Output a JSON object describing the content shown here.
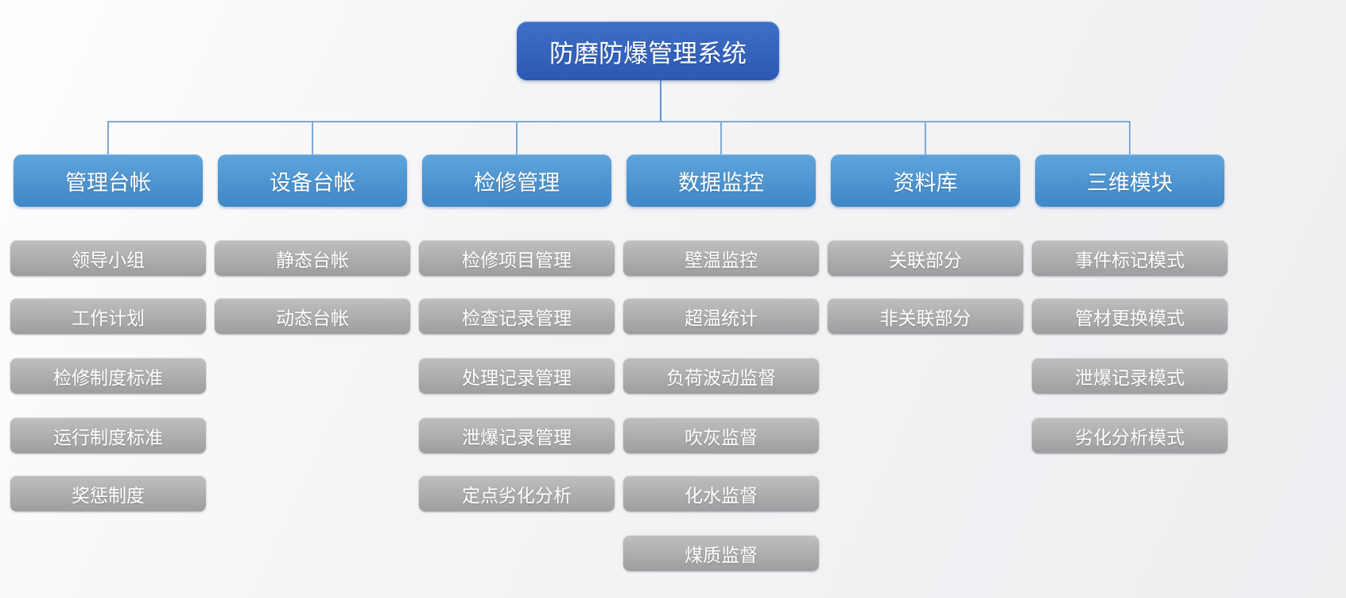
{
  "diagram": {
    "root": {
      "id": "system-root",
      "label": "防磨防爆管理系统"
    },
    "branches": [
      {
        "id": "management-ledger",
        "label": "管理台帐",
        "children": [
          "领导小组",
          "工作计划",
          "检修制度标准",
          "运行制度标准",
          "奖惩制度"
        ]
      },
      {
        "id": "equipment-ledger",
        "label": "设备台帐",
        "children": [
          "静态台帐",
          "动态台帐"
        ]
      },
      {
        "id": "overhaul-management",
        "label": "检修管理",
        "children": [
          "检修项目管理",
          "检查记录管理",
          "处理记录管理",
          "泄爆记录管理",
          "定点劣化分析"
        ]
      },
      {
        "id": "data-monitoring",
        "label": "数据监控",
        "children": [
          "壁温监控",
          "超温统计",
          "负荷波动监督",
          "吹灰监督",
          "化水监督",
          "煤质监督"
        ]
      },
      {
        "id": "reference-library",
        "label": "资料库",
        "children": [
          "关联部分",
          "非关联部分"
        ]
      },
      {
        "id": "three-d-module",
        "label": "三维模块",
        "children": [
          "事件标记模式",
          "管材更换模式",
          "泄爆记录模式",
          "劣化分析模式"
        ]
      }
    ],
    "colors": {
      "root_box_top": "#3e6fc6",
      "root_box_bottom": "#2c59b2",
      "branch_box_top": "#5fa4dc",
      "branch_box_bottom": "#3f87c6",
      "child_box_top": "#bebfc1",
      "child_box_bottom": "#9d9ea0",
      "connector": "#7fa8d6",
      "text": "#ffffff",
      "background": "#f3f3f5"
    }
  }
}
